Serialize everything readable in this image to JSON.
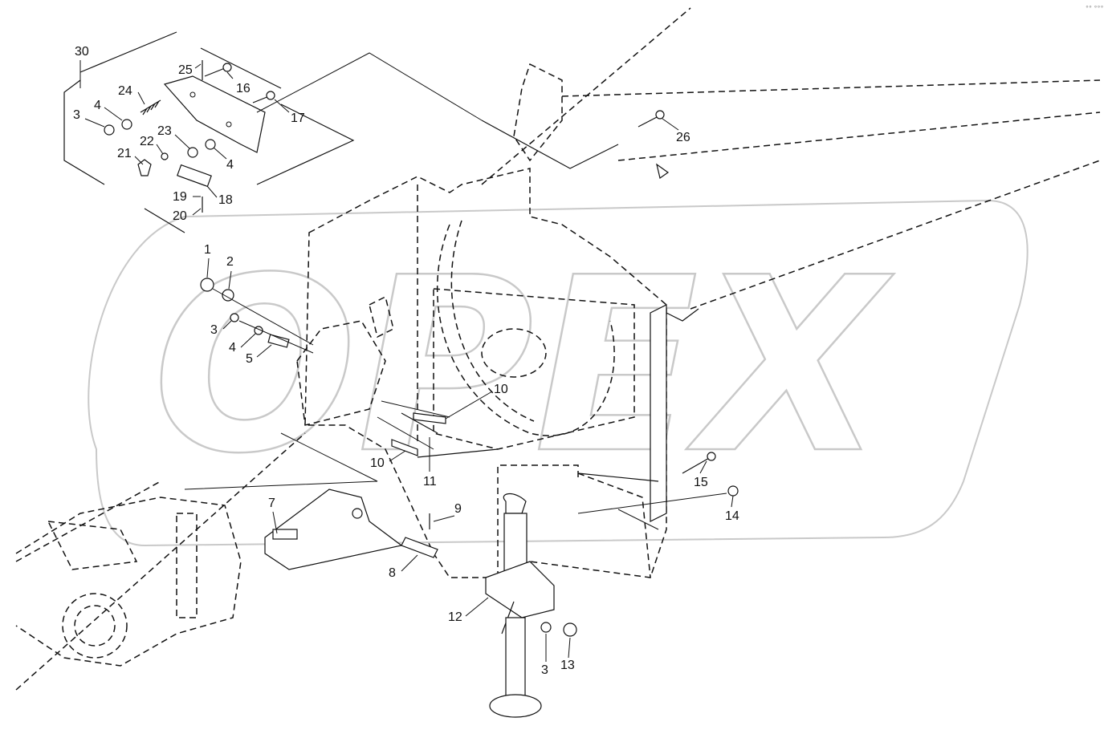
{
  "watermark": {
    "text": "OPEX"
  },
  "corner_mark": "°° °°°",
  "callouts": [
    {
      "id": "30",
      "text": "30"
    },
    {
      "id": "25",
      "text": "25"
    },
    {
      "id": "24",
      "text": "24"
    },
    {
      "id": "16",
      "text": "16"
    },
    {
      "id": "3a",
      "text": "3"
    },
    {
      "id": "4a",
      "text": "4"
    },
    {
      "id": "17",
      "text": "17"
    },
    {
      "id": "23",
      "text": "23"
    },
    {
      "id": "22",
      "text": "22"
    },
    {
      "id": "21",
      "text": "21"
    },
    {
      "id": "4b",
      "text": "4"
    },
    {
      "id": "19",
      "text": "19"
    },
    {
      "id": "18",
      "text": "18"
    },
    {
      "id": "20",
      "text": "20"
    },
    {
      "id": "26",
      "text": "26"
    },
    {
      "id": "1",
      "text": "1"
    },
    {
      "id": "2",
      "text": "2"
    },
    {
      "id": "3b",
      "text": "3"
    },
    {
      "id": "4c",
      "text": "4"
    },
    {
      "id": "5",
      "text": "5"
    },
    {
      "id": "10a",
      "text": "10"
    },
    {
      "id": "10b",
      "text": "10"
    },
    {
      "id": "11",
      "text": "11"
    },
    {
      "id": "15",
      "text": "15"
    },
    {
      "id": "14",
      "text": "14"
    },
    {
      "id": "7",
      "text": "7"
    },
    {
      "id": "9",
      "text": "9"
    },
    {
      "id": "8",
      "text": "8"
    },
    {
      "id": "12",
      "text": "12"
    },
    {
      "id": "3c",
      "text": "3"
    },
    {
      "id": "13",
      "text": "13"
    }
  ]
}
